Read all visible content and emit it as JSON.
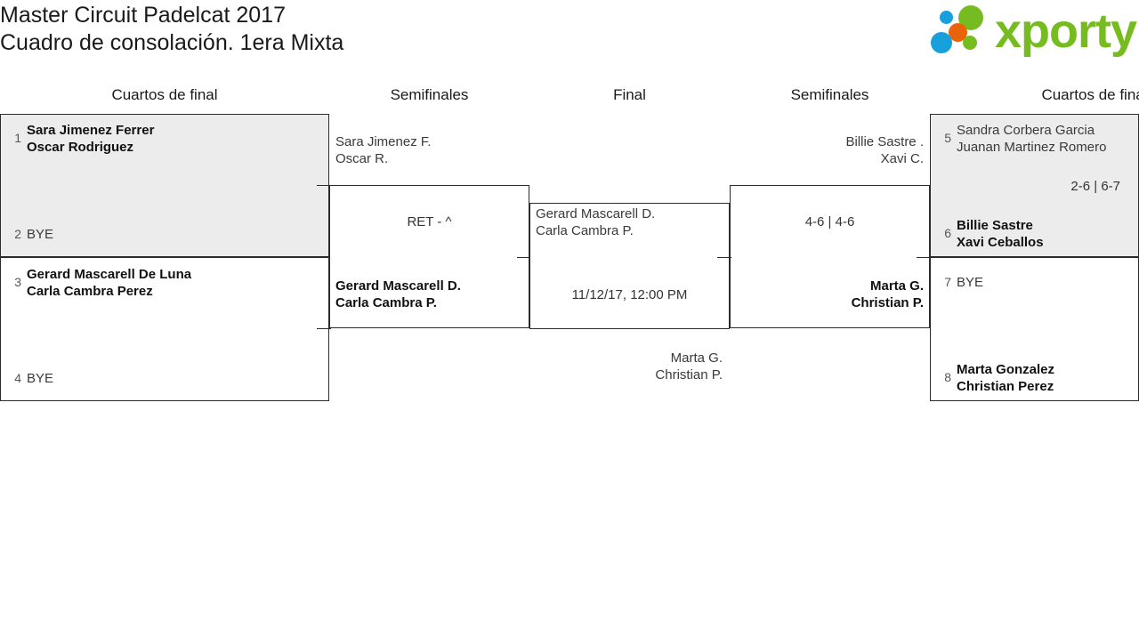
{
  "header": {
    "title_line1": "Master Circuit Padelcat 2017",
    "title_line2": "Cuadro de consolación. 1era Mixta",
    "logo": {
      "wordmark": "xporty",
      "green": "#76bc21",
      "blue": "#17a0db",
      "orange": "#e8630a"
    }
  },
  "rounds": [
    {
      "label": "Cuartos de final"
    },
    {
      "label": "Semifinales"
    },
    {
      "label": "Final"
    },
    {
      "label": "Semifinales"
    },
    {
      "label": "Cuartos de final"
    }
  ],
  "matches": {
    "qf_left_1": {
      "top": {
        "seed": "1",
        "p1": "Sara Jimenez Ferrer",
        "p2": "Oscar Rodriguez"
      },
      "bottom": {
        "seed": "2",
        "p1": "BYE",
        "p2": ""
      },
      "score": ""
    },
    "qf_left_2": {
      "top": {
        "seed": "3",
        "p1": "Gerard Mascarell De Luna",
        "p2": "Carla Cambra Perez"
      },
      "bottom": {
        "seed": "4",
        "p1": "BYE",
        "p2": ""
      },
      "score": ""
    },
    "sf_left": {
      "top": {
        "seed": "",
        "p1": "Sara Jimenez F.",
        "p2": "Oscar R."
      },
      "bottom": {
        "seed": "",
        "p1": "Gerard Mascarell D.",
        "p2": "Carla Cambra P."
      },
      "score": "RET - ^"
    },
    "final": {
      "top": {
        "seed": "",
        "p1": "Gerard Mascarell D.",
        "p2": "Carla Cambra P."
      },
      "bottom": {
        "seed": "",
        "p1": "Marta G.",
        "p2": "Christian P."
      },
      "score": "11/12/17, 12:00 PM"
    },
    "sf_right": {
      "top": {
        "seed": "",
        "p1": "Billie Sastre .",
        "p2": "Xavi C."
      },
      "bottom": {
        "seed": "",
        "p1": "Marta G.",
        "p2": "Christian P."
      },
      "score": "4-6 | 4-6"
    },
    "qf_right_1": {
      "top": {
        "seed": "5",
        "p1": "Sandra Corbera Garcia",
        "p2": "Juanan Martinez Romero"
      },
      "bottom": {
        "seed": "6",
        "p1": "Billie Sastre",
        "p2": "Xavi Ceballos"
      },
      "score": "2-6 | 6-7"
    },
    "qf_right_2": {
      "top": {
        "seed": "7",
        "p1": "BYE",
        "p2": ""
      },
      "bottom": {
        "seed": "8",
        "p1": "Marta Gonzalez",
        "p2": "Christian Perez"
      },
      "score": ""
    }
  }
}
